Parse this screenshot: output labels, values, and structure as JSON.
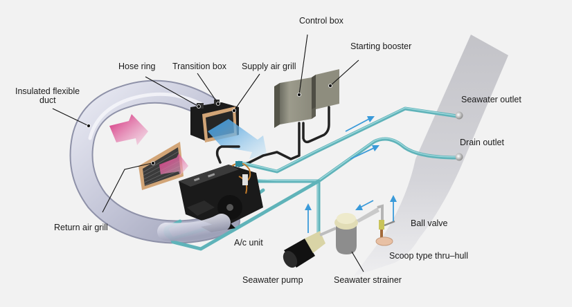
{
  "diagram": {
    "title": "Marine air conditioning system layout",
    "labels": {
      "control_box": "Control box",
      "starting_booster": "Starting booster",
      "hose_ring": "Hose ring",
      "transition_box": "Transition box",
      "supply_air_grill": "Supply air grill",
      "insulated_duct_line1": "Insulated flexible",
      "insulated_duct_line2": "duct",
      "seawater_outlet": "Seawater outlet",
      "drain_outlet": "Drain outlet",
      "return_air_grill": "Return air grill",
      "ac_unit": "A/c unit",
      "ball_valve": "Ball valve",
      "scoop_thru_hull": "Scoop type thru–hull",
      "seawater_pump": "Seawater pump",
      "seawater_strainer": "Seawater strainer"
    },
    "colors": {
      "background": "#f2f2f2",
      "seawater_pipe": "#5fb3b9",
      "flow_arrow": "#3a9ad9",
      "supply_air": "#3fa3e0",
      "return_air": "#d42a7a",
      "duct": "#c9cbdc",
      "hull": "#c7c7cc"
    }
  }
}
